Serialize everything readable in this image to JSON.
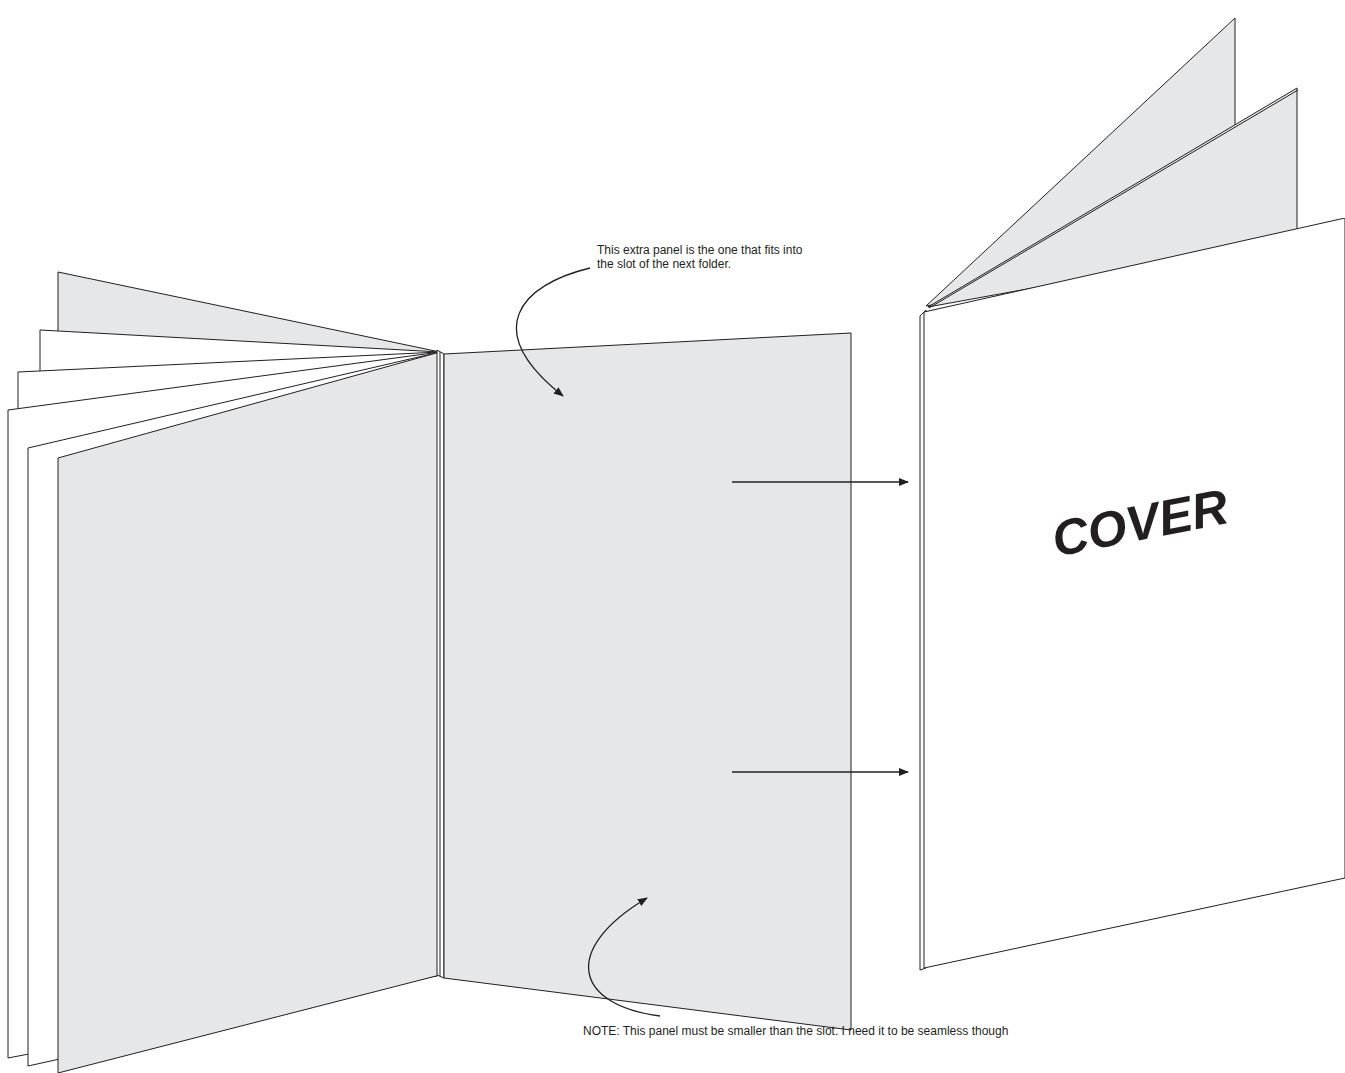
{
  "diagram": {
    "nodes": [
      {
        "text": [
          "COVER"
        ]
      }
    ],
    "labels": [
      "This extra panel is the one that fits into the slot of the next folder.",
      "NOTE: This panel must be smaller than the slot. I need it to be seamless though"
    ]
  }
}
